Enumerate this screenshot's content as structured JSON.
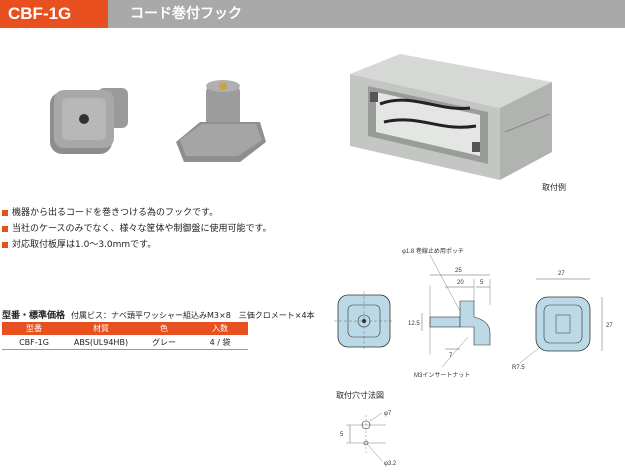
{
  "header": {
    "code": "CBF-1G",
    "title": "コード巻付フック"
  },
  "photo_caption": "取付例",
  "features": [
    "機器から出るコードを巻きつける為のフックです。",
    "当社のケースのみでなく、様々な筐体や制御盤に使用可能です。",
    "対応取付板厚は1.0～3.0mmです。"
  ],
  "spec": {
    "title": "型番・標準価格",
    "note": "付属ビス：ナベ頭平ワッシャー組込みM3×8　三価クロメート×4本",
    "headers": [
      "型番",
      "材質",
      "色",
      "入数"
    ],
    "rows": [
      [
        "CBF-1G",
        "ABS(UL94HB)",
        "グレー",
        "4 / 袋"
      ]
    ]
  },
  "drawing": {
    "dim_pocket": "φ1.8 巻線止め用ポッチ",
    "dim_25": "25",
    "dim_20": "20",
    "dim_5": "5",
    "dim_12_5": "12.5",
    "dim_7": "7",
    "insert_nut": "M3インサートナット",
    "dim_27_top": "27",
    "dim_27_side": "27",
    "dim_r7_5": "R7.5",
    "cutout_title": "取付穴寸法図",
    "cut_phi7": "φ7",
    "cut_5": "5",
    "cut_phi3_2": "φ3.2"
  },
  "colors": {
    "accent": "#e8511f",
    "header_gray": "#a9a9a9",
    "part_blue": "#bcd9e8"
  }
}
